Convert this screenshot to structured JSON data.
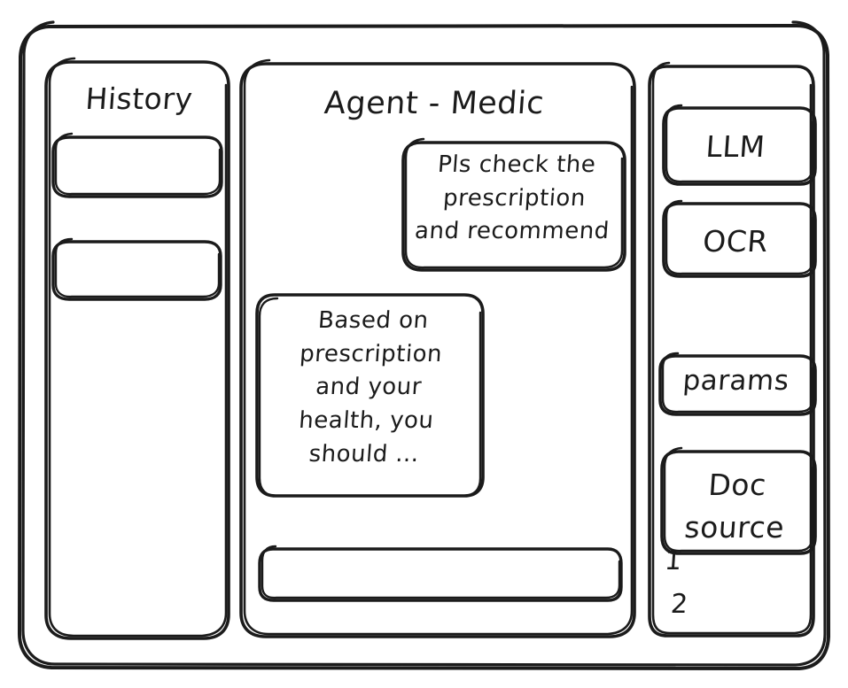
{
  "window": {
    "title": "Agent - Medic",
    "stroke_color": "#1b1b1b",
    "background_color": "#ffffff"
  },
  "sidebar_left": {
    "title": "History",
    "items": [
      {
        "name": "history-item-1",
        "label": ""
      },
      {
        "name": "history-item-2",
        "label": ""
      }
    ]
  },
  "main": {
    "title": "Agent - Medic",
    "messages": [
      {
        "role": "user",
        "text": "Pls check the\nprescription\nand recommend"
      },
      {
        "role": "assistant",
        "text": "Based on\nprescription\nand your\nhealth, you\nshould ..."
      }
    ],
    "composer": {
      "value": "",
      "placeholder": ""
    }
  },
  "sidebar_right": {
    "tools": [
      {
        "name": "llm",
        "label": "LLM"
      },
      {
        "name": "ocr",
        "label": "OCR"
      }
    ],
    "params": {
      "label": "params"
    },
    "doc_source": {
      "label": "Doc\nsource",
      "items": [
        {
          "label": "1"
        },
        {
          "label": "2"
        }
      ]
    }
  }
}
